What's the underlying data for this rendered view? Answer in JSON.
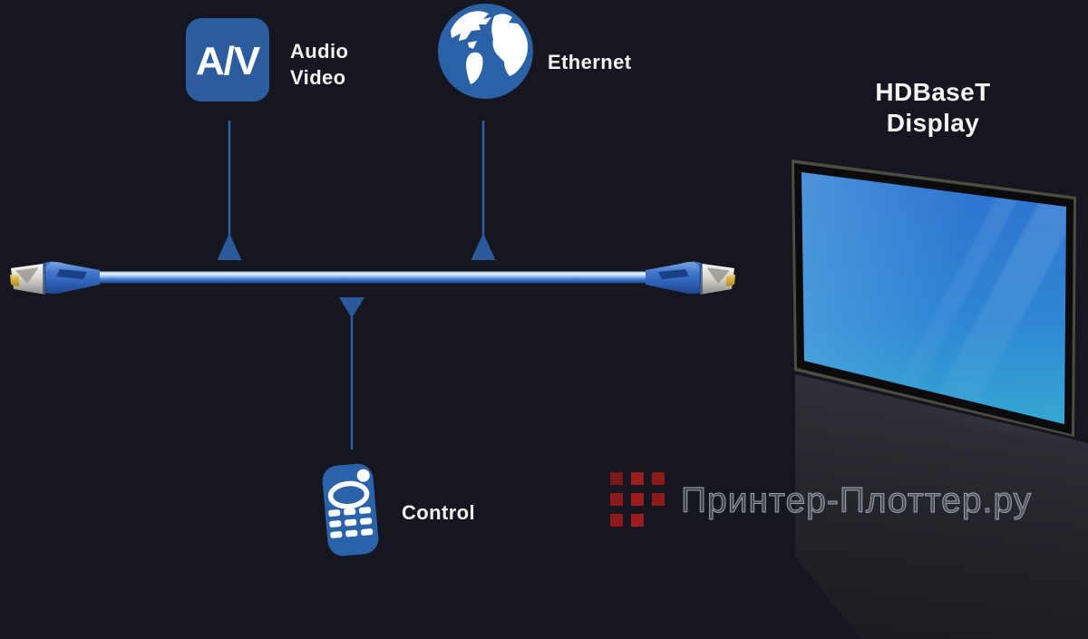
{
  "diagram": {
    "av": {
      "icon_text": "A/V",
      "label_line1": "Audio",
      "label_line2": "Video"
    },
    "ethernet": {
      "label": "Ethernet"
    },
    "control": {
      "label": "Control"
    },
    "display": {
      "title_line1": "HDBaseT",
      "title_line2": "Display"
    }
  },
  "watermark": {
    "text": "Принтер-Плоттер.ру"
  },
  "icons": {
    "av": "av-badge-icon",
    "ethernet": "globe-icon",
    "control": "remote-control-icon",
    "display": "flat-screen-tv",
    "cable": "hdmi-cable-icon",
    "watermark_logo": "red-grid-logo-icon"
  },
  "colors": {
    "background": "#15161f",
    "accent_blue": "#2b5e9f",
    "cable_blue": "#3a76cc",
    "screen_blue_top": "#2e6ecf",
    "screen_teal_bottom": "#3ed4cb",
    "logo_red": "#9b1e1e",
    "label_white": "#f3f3f3",
    "watermark_gray": "#a2a5b0"
  }
}
